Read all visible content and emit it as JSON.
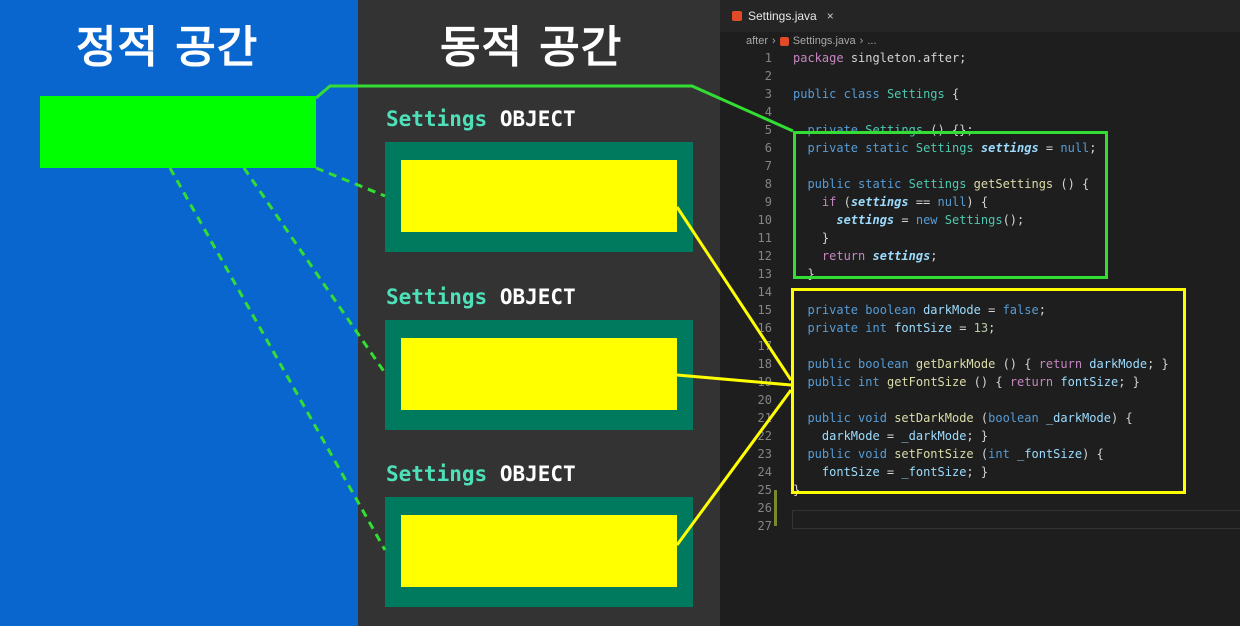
{
  "static_title": "정적 공간",
  "dynamic_title": "동적 공간",
  "objects": [
    {
      "class_name": "Settings",
      "keyword": "OBJECT"
    },
    {
      "class_name": "Settings",
      "keyword": "OBJECT"
    },
    {
      "class_name": "Settings",
      "keyword": "OBJECT"
    }
  ],
  "editor": {
    "tab_label": "Settings.java",
    "tab_close": "×",
    "breadcrumb": {
      "folder": "after",
      "file": "Settings.java",
      "more": "..."
    },
    "line_numbers": [
      "1",
      "2",
      "3",
      "4",
      "5",
      "6",
      "7",
      "8",
      "9",
      "10",
      "11",
      "12",
      "13",
      "14",
      "15",
      "16",
      "17",
      "18",
      "19",
      "20",
      "21",
      "22",
      "23",
      "24",
      "25",
      "26",
      "27"
    ]
  },
  "colors": {
    "static_bg": "#0a66cf",
    "dynamic_bg": "#333333",
    "static_ref": "#00ff00",
    "object_frame": "#007a5e",
    "object_fill": "#ffff00",
    "static_highlight": "#33dd33",
    "instance_highlight": "#ffff00"
  },
  "icons": [
    "java-file-icon",
    "close-icon",
    "chevron-right-icon"
  ]
}
